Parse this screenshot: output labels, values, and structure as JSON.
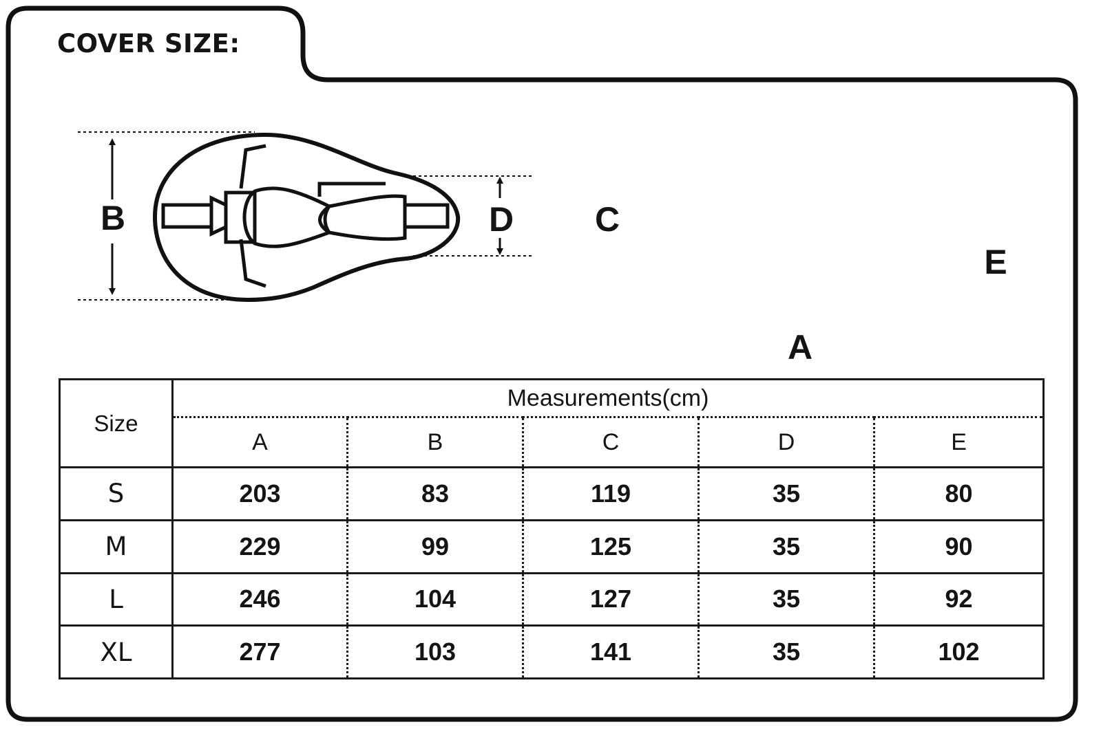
{
  "title": "COVER SIZE:",
  "diagram_labels": {
    "top_view_height": "B",
    "top_view_depth": "D",
    "side_view_height": "C",
    "side_view_rear_height": "E",
    "side_view_length": "A"
  },
  "table": {
    "size_header": "Size",
    "measurements_header": "Measurements(cm)",
    "columns": [
      "A",
      "B",
      "C",
      "D",
      "E"
    ],
    "rows": [
      {
        "size": "S",
        "values": [
          "203",
          "83",
          "119",
          "35",
          "80"
        ]
      },
      {
        "size": "M",
        "values": [
          "229",
          "99",
          "125",
          "35",
          "90"
        ]
      },
      {
        "size": "L",
        "values": [
          "246",
          "104",
          "127",
          "35",
          "92"
        ]
      },
      {
        "size": "XL",
        "values": [
          "277",
          "103",
          "141",
          "35",
          "102"
        ]
      }
    ]
  }
}
